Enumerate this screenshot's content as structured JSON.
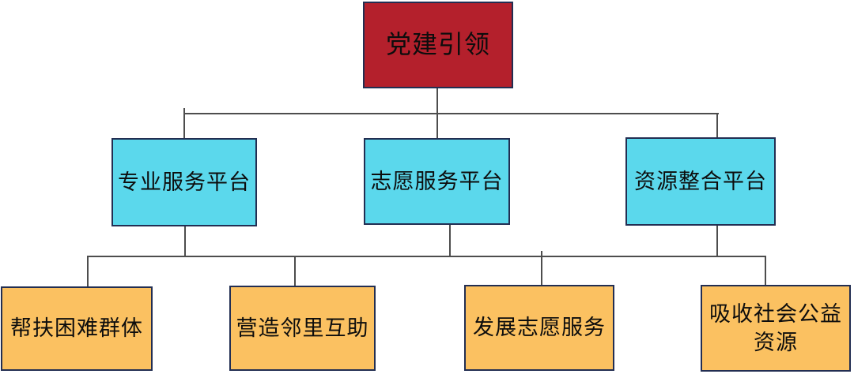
{
  "diagram": {
    "type": "org-chart",
    "colors": {
      "root_fill": "#B4202C",
      "platform_fill": "#5BD8EC",
      "leaf_fill": "#FBC161",
      "node_border": "#222E52",
      "connector_line": "#4D4D4D",
      "text": "#0D0D0D",
      "background": "#FFFFFF"
    },
    "nodes": {
      "root": {
        "label": "党建引领"
      },
      "platforms": [
        {
          "label": "专业服务平台"
        },
        {
          "label": "志愿服务平台"
        },
        {
          "label": "资源整合平台"
        }
      ],
      "leaves": [
        {
          "label": "帮扶困难群体"
        },
        {
          "label": "营造邻里互助"
        },
        {
          "label": "发展志愿服务"
        },
        {
          "label": "吸收社会公益资源",
          "line1": "吸收社会公益",
          "line2": "资源"
        }
      ]
    }
  }
}
